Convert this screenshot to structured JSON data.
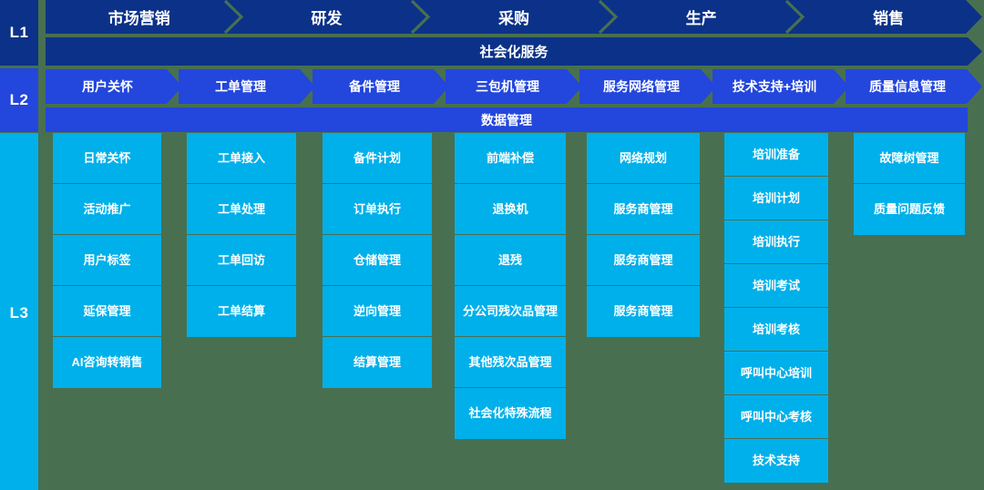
{
  "background_color": "#487050",
  "colors": {
    "l1": "#0b3288",
    "l2": "#2346dd",
    "l3": "#00b0ea",
    "text": "#ffffff"
  },
  "levels": {
    "l1_label": "L1",
    "l2_label": "L2",
    "l3_label": "L3"
  },
  "l1": {
    "stages": [
      {
        "label": "市场营销"
      },
      {
        "label": "研发"
      },
      {
        "label": "采购"
      },
      {
        "label": "生产"
      },
      {
        "label": "销售"
      }
    ],
    "banner": "社会化服务"
  },
  "l2": {
    "stages": [
      {
        "label": "用户关怀"
      },
      {
        "label": "工单管理"
      },
      {
        "label": "备件管理"
      },
      {
        "label": "三包机管理"
      },
      {
        "label": "服务网络管理"
      },
      {
        "label": "技术支持+培训"
      },
      {
        "label": "质量信息管理"
      }
    ],
    "banner": "数据管理"
  },
  "l3": {
    "columns": [
      {
        "parent": "用户关怀",
        "items": [
          "日常关怀",
          "活动推广",
          "用户标签",
          "延保管理",
          "AI咨询转销售"
        ]
      },
      {
        "parent": "工单管理",
        "items": [
          "工单接入",
          "工单处理",
          "工单回访",
          "工单结算"
        ]
      },
      {
        "parent": "备件管理",
        "items": [
          "备件计划",
          "订单执行",
          "仓储管理",
          "逆向管理",
          "结算管理"
        ]
      },
      {
        "parent": "三包机管理",
        "items": [
          "前端补偿",
          "退换机",
          "退残",
          "分公司残次品管理",
          "其他残次品管理",
          "社会化特殊流程"
        ]
      },
      {
        "parent": "服务网络管理",
        "items": [
          "网络规划",
          "服务商管理",
          "服务商管理",
          "服务商管理"
        ]
      },
      {
        "parent": "技术支持+培训",
        "items": [
          "培训准备",
          "培训计划",
          "培训执行",
          "培训考试",
          "培训考核",
          "呼叫中心培训",
          "呼叫中心考核",
          "技术支持"
        ]
      },
      {
        "parent": "质量信息管理",
        "items": [
          "故障树管理",
          "质量问题反馈"
        ]
      }
    ]
  }
}
